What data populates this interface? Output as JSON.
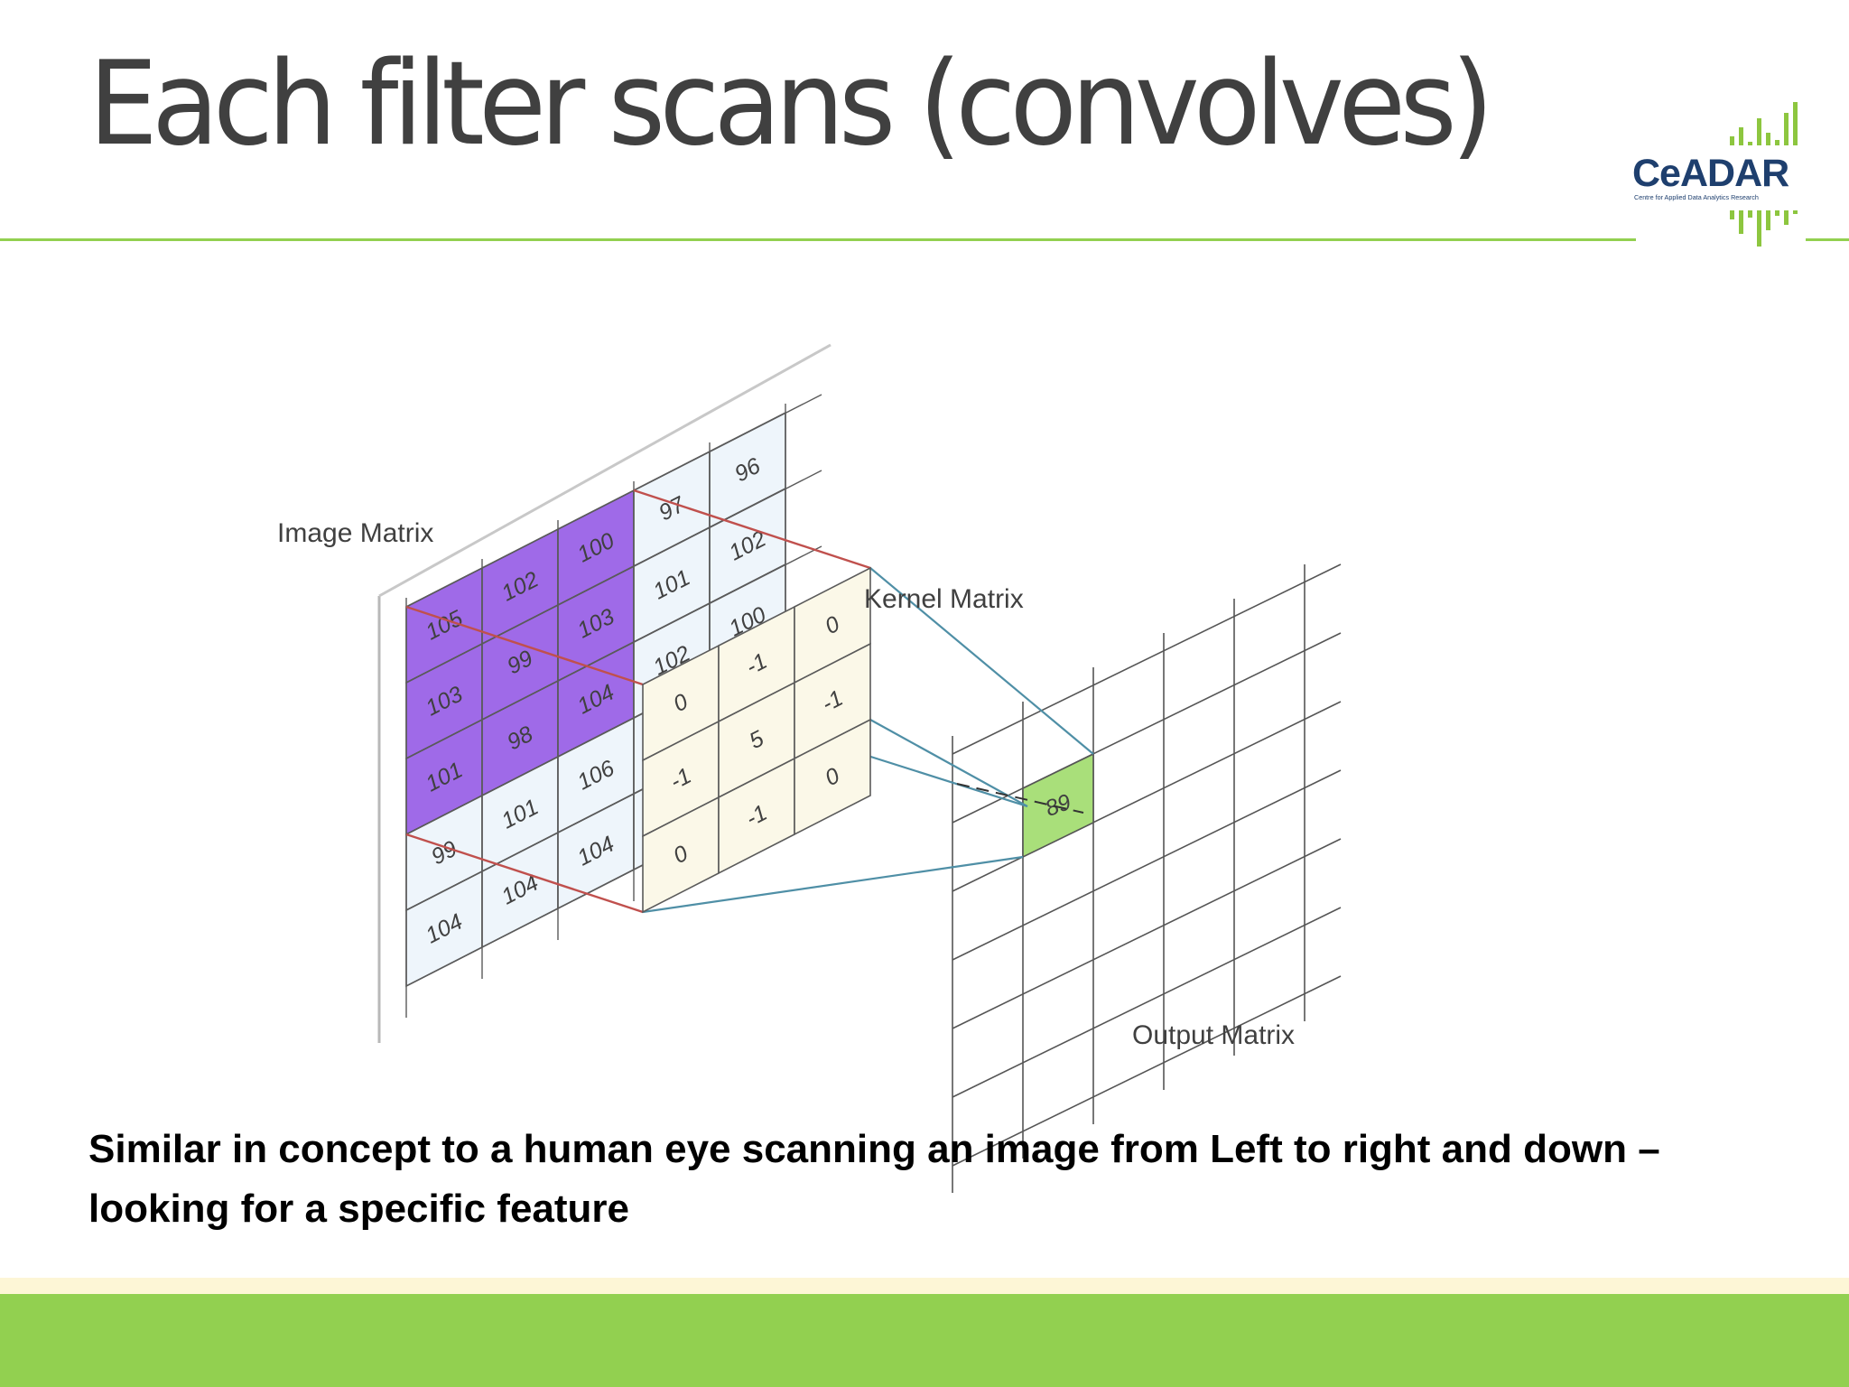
{
  "slide": {
    "title": "Each filter scans (convolves)",
    "caption_line1": "Similar in concept to a human eye scanning an image from Left to right and down –",
    "caption_line2": "looking for a specific feature"
  },
  "logo": {
    "name": "CeADAR",
    "tagline": "Centre for Applied Data Analytics Research"
  },
  "diagram": {
    "image_matrix_label": "Image Matrix",
    "kernel_matrix_label": "Kernel Matrix",
    "output_matrix_label": "Output Matrix",
    "image_matrix": [
      [
        "105",
        "102",
        "100",
        "97",
        "96"
      ],
      [
        "103",
        "99",
        "103",
        "101",
        "102"
      ],
      [
        "101",
        "98",
        "104",
        "102",
        "100"
      ],
      [
        "99",
        "101",
        "106",
        "",
        ""
      ],
      [
        "104",
        "104",
        "104",
        "",
        ""
      ]
    ],
    "kernel_matrix": [
      [
        "0",
        "-1",
        "0"
      ],
      [
        "-1",
        "5",
        "-1"
      ],
      [
        "0",
        "-1",
        "0"
      ]
    ],
    "output_value": "89"
  },
  "colors": {
    "accent_green": "#92d050",
    "highlight_purple": "#9f6ae8",
    "kernel_fill": "#fbf8e8",
    "image_fill": "#eef5fb",
    "projection_red": "#c0504d",
    "projection_teal": "#4f8fa6",
    "title_gray": "#404040"
  }
}
